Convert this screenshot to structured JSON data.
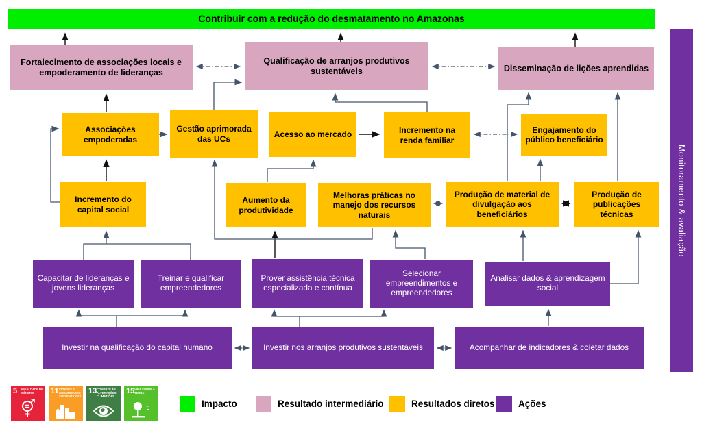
{
  "impact": {
    "label": "Contribuir com a redução do desmatamento no Amazonas"
  },
  "intermediate_results": {
    "fortalecimento": "Fortalecimento de associações locais e empoderamento de lideranças",
    "qualificacao": "Qualificação de arranjos produtivos sustentáveis",
    "disseminacao": "Disseminação de lições aprendidas"
  },
  "direct_results": {
    "associacoes": "Associações empoderadas",
    "gestao": "Gestão aprimorada das UCs",
    "acesso": "Acesso ao mercado",
    "renda": "Incremento na renda familiar",
    "engajamento": "Engajamento do público beneficiário",
    "capital_social": "Incremento do capital social",
    "produtividade": "Aumento da produtividade",
    "melhores_praticas": "Melhoras práticas no manejo dos recursos naturais",
    "material_divulgacao": "Produção de material de divulgação aos beneficiários",
    "publicacoes": "Produção de publicações técnicas"
  },
  "actions": {
    "capacitar": "Capacitar de lideranças e jovens lideranças",
    "treinar": "Treinar e qualificar empreendedores",
    "prover": "Prover assistência técnica especializada e contínua",
    "selecionar": "Selecionar empreendimentos e empreendedores",
    "analisar": "Analisar dados & aprendizagem social",
    "investir_capital": "Investir na qualificação do capital humano",
    "investir_arranjos": "Investir nos arranjos produtivos sustentáveis",
    "acompanhar": "Acompanhar de indicadores & coletar dados"
  },
  "monitoring_bar": {
    "label": "Monitoramento & avaliação"
  },
  "legend": {
    "sdg": [
      {
        "number": "5",
        "title": "Igualdade de gênero",
        "color": "#e5243b"
      },
      {
        "number": "11",
        "title": "Cidades e comunidades sustentáveis",
        "color": "#f99d26"
      },
      {
        "number": "13",
        "title": "Combate às alterações climáticas",
        "color": "#3f7e44"
      },
      {
        "number": "15",
        "title": "Vida sobre a terra",
        "color": "#56c02b"
      }
    ],
    "items": [
      {
        "label": "Impacto",
        "color": "#00ee00"
      },
      {
        "label": "Resultado intermediário",
        "color": "#d8a6be"
      },
      {
        "label": "Resultados diretos",
        "color": "#ffc000"
      },
      {
        "label": "Ações",
        "color": "#7030a0"
      }
    ]
  },
  "colors": {
    "impact": "#00ee00",
    "intermediate": "#d8a6be",
    "direct": "#ffc000",
    "action": "#7030a0",
    "connector": "#44546a"
  }
}
